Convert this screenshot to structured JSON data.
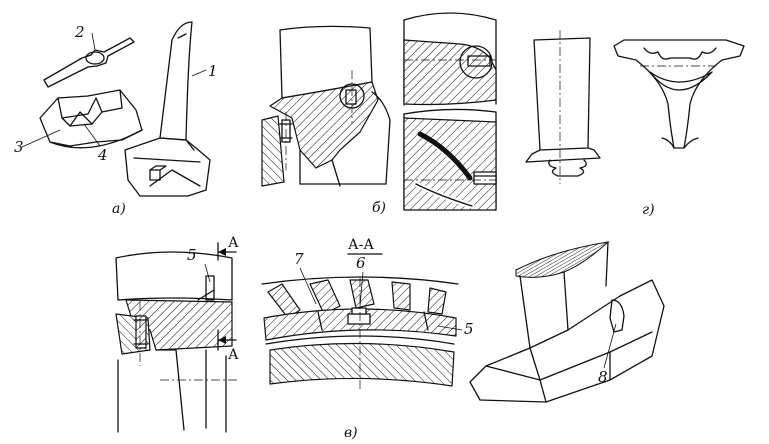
{
  "callouts": {
    "n1": "1",
    "n2": "2",
    "n3": "3",
    "n4": "4",
    "n5": "5",
    "n6": "6",
    "n7": "7",
    "n8": "8"
  },
  "panels": {
    "a": "а)",
    "b": "б)",
    "g": "г)",
    "v": "в)"
  },
  "section": {
    "arrow_top": "А",
    "arrow_bottom": "А",
    "view_title": "А-А"
  }
}
